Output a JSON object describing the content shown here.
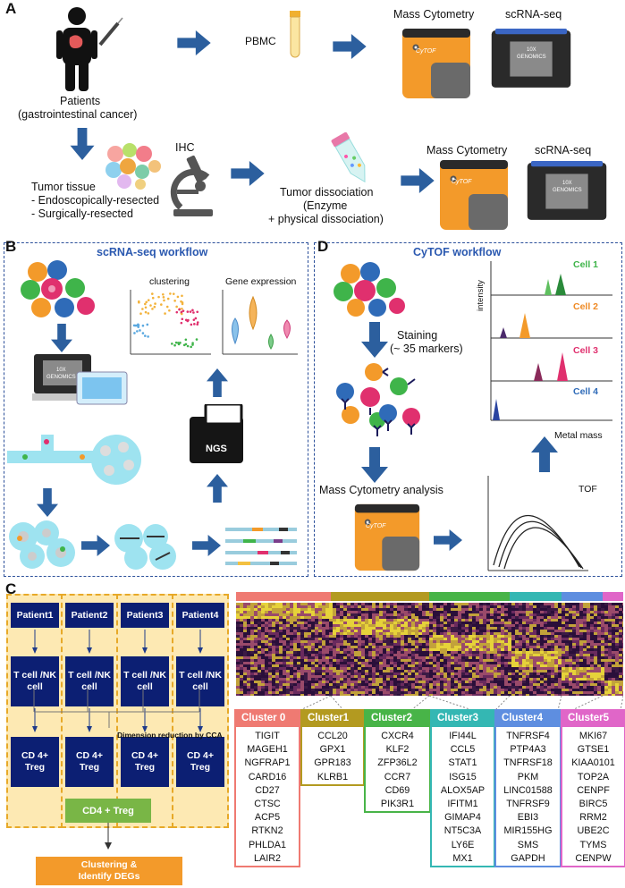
{
  "panel_labels": {
    "a": "A",
    "b": "B",
    "c": "C",
    "d": "D"
  },
  "panel_a": {
    "patients_line1": "Patients",
    "patients_line2": "(gastrointestinal cancer)",
    "pbmc": "PBMC",
    "mass_cytometry_top": "Mass Cytometry",
    "scrna_top": "scRNA-seq",
    "ihc": "IHC",
    "tumor_tissue": "Tumor tissue",
    "endoscopic": "- Endoscopically-resected",
    "surgical": "- Surgically-resected",
    "tumor_dissociation": "Tumor dissociation",
    "enzyme": "(Enzyme",
    "physical": "+ physical dissociation)",
    "mass_cytometry_bottom": "Mass Cytometry",
    "scrna_bottom": "scRNA-seq",
    "cytof_logo": "CyTOF",
    "genomics_logo_line1": "10X",
    "genomics_logo_line2": "GENOMICS"
  },
  "panel_b": {
    "title": "scRNA-seq workflow",
    "clustering": "clustering",
    "gene_expression": "Gene expression",
    "ngs": "NGS",
    "genomics_logo_line1": "10X",
    "genomics_logo_line2": "GENOMICS"
  },
  "panel_d": {
    "title": "CyTOF workflow",
    "staining": "Staining",
    "markers": "(~ 35 markers)",
    "intensity": "intensity",
    "cells": [
      {
        "label": "Cell 1",
        "color": "#3fb44a"
      },
      {
        "label": "Cell 2",
        "color": "#ef8a25"
      },
      {
        "label": "Cell 3",
        "color": "#e0306e"
      },
      {
        "label": "Cell 4",
        "color": "#2f6bb8"
      }
    ],
    "metal_mass": "Metal mass",
    "tof": "TOF",
    "mass_cytometry_analysis": "Mass Cytometry analysis",
    "cytof_logo": "CyTOF"
  },
  "panel_c": {
    "patients": [
      {
        "name": "Patient1",
        "step2": "T cell /NK cell",
        "step3": "CD 4+ Treg"
      },
      {
        "name": "Patient2",
        "step2": "T cell /NK cell",
        "step3": "CD 4+ Treg"
      },
      {
        "name": "Patient3",
        "step2": "T cell /NK cell",
        "step3": "CD 4+ Treg"
      },
      {
        "name": "Patient4",
        "step2": "T cell /NK cell",
        "step3": "CD 4+ Treg"
      }
    ],
    "dimension_reduction": "Dimension reduction by CCA",
    "merged": "CD4 + Treg",
    "clustering_line1": "Clustering  &",
    "clustering_line2": "Identify DEGs",
    "clusters": [
      {
        "name": "Cluster 0",
        "color": "#ef7a72",
        "genes": [
          "TIGIT",
          "MAGEH1",
          "NGFRAP1",
          "CARD16",
          "CD27",
          "CTSC",
          "ACP5",
          "RTKN2",
          "PHLDA1",
          "LAIR2"
        ]
      },
      {
        "name": "Cluster1",
        "color": "#b39a20",
        "genes": [
          "CCL20",
          "GPX1",
          "GPR183",
          "KLRB1"
        ]
      },
      {
        "name": "Cluster2",
        "color": "#48b448",
        "genes": [
          "CXCR4",
          "KLF2",
          "ZFP36L2",
          "CCR7",
          "CD69",
          "PIK3R1"
        ]
      },
      {
        "name": "Cluster3",
        "color": "#34b7b3",
        "genes": [
          "IFI44L",
          "CCL5",
          "STAT1",
          "ISG15",
          "ALOX5AP",
          "IFITM1",
          "GIMAP4",
          "NT5C3A",
          "LY6E",
          "MX1"
        ]
      },
      {
        "name": "Cluster4",
        "color": "#5e8ee0",
        "genes": [
          "TNFRSF4",
          "PTP4A3",
          "TNFRSF18",
          "PKM",
          "LINC01588",
          "TNFRSF9",
          "EBI3",
          "MIR155HG",
          "SMS",
          "GAPDH"
        ]
      },
      {
        "name": "Cluster5",
        "color": "#e066c8",
        "genes": [
          "MKI67",
          "GTSE1",
          "KIAA0101",
          "TOP2A",
          "CENPF",
          "BIRC5",
          "RRM2",
          "UBE2C",
          "TYMS",
          "CENPW"
        ]
      }
    ]
  }
}
